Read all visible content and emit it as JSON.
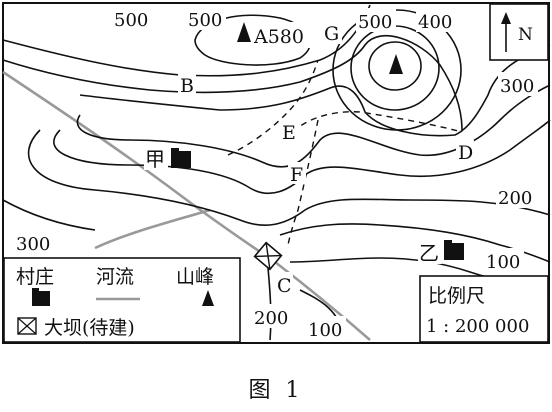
{
  "map": {
    "contour_labels": [
      "500",
      "500",
      "500",
      "400",
      "300",
      "300",
      "200",
      "200",
      "100",
      "100"
    ],
    "peak_a_label": "A580",
    "point_labels": [
      "B",
      "C",
      "D",
      "E",
      "F",
      "G"
    ],
    "villages": {
      "jia": "甲",
      "yi": "乙"
    },
    "north_label": "N",
    "legend": {
      "village": "村庄",
      "river": "河流",
      "peak": "山峰",
      "dam": "大坝(待建)"
    },
    "scale": {
      "title": "比例尺",
      "value": "1 : 200 000"
    }
  },
  "caption": "图 1"
}
